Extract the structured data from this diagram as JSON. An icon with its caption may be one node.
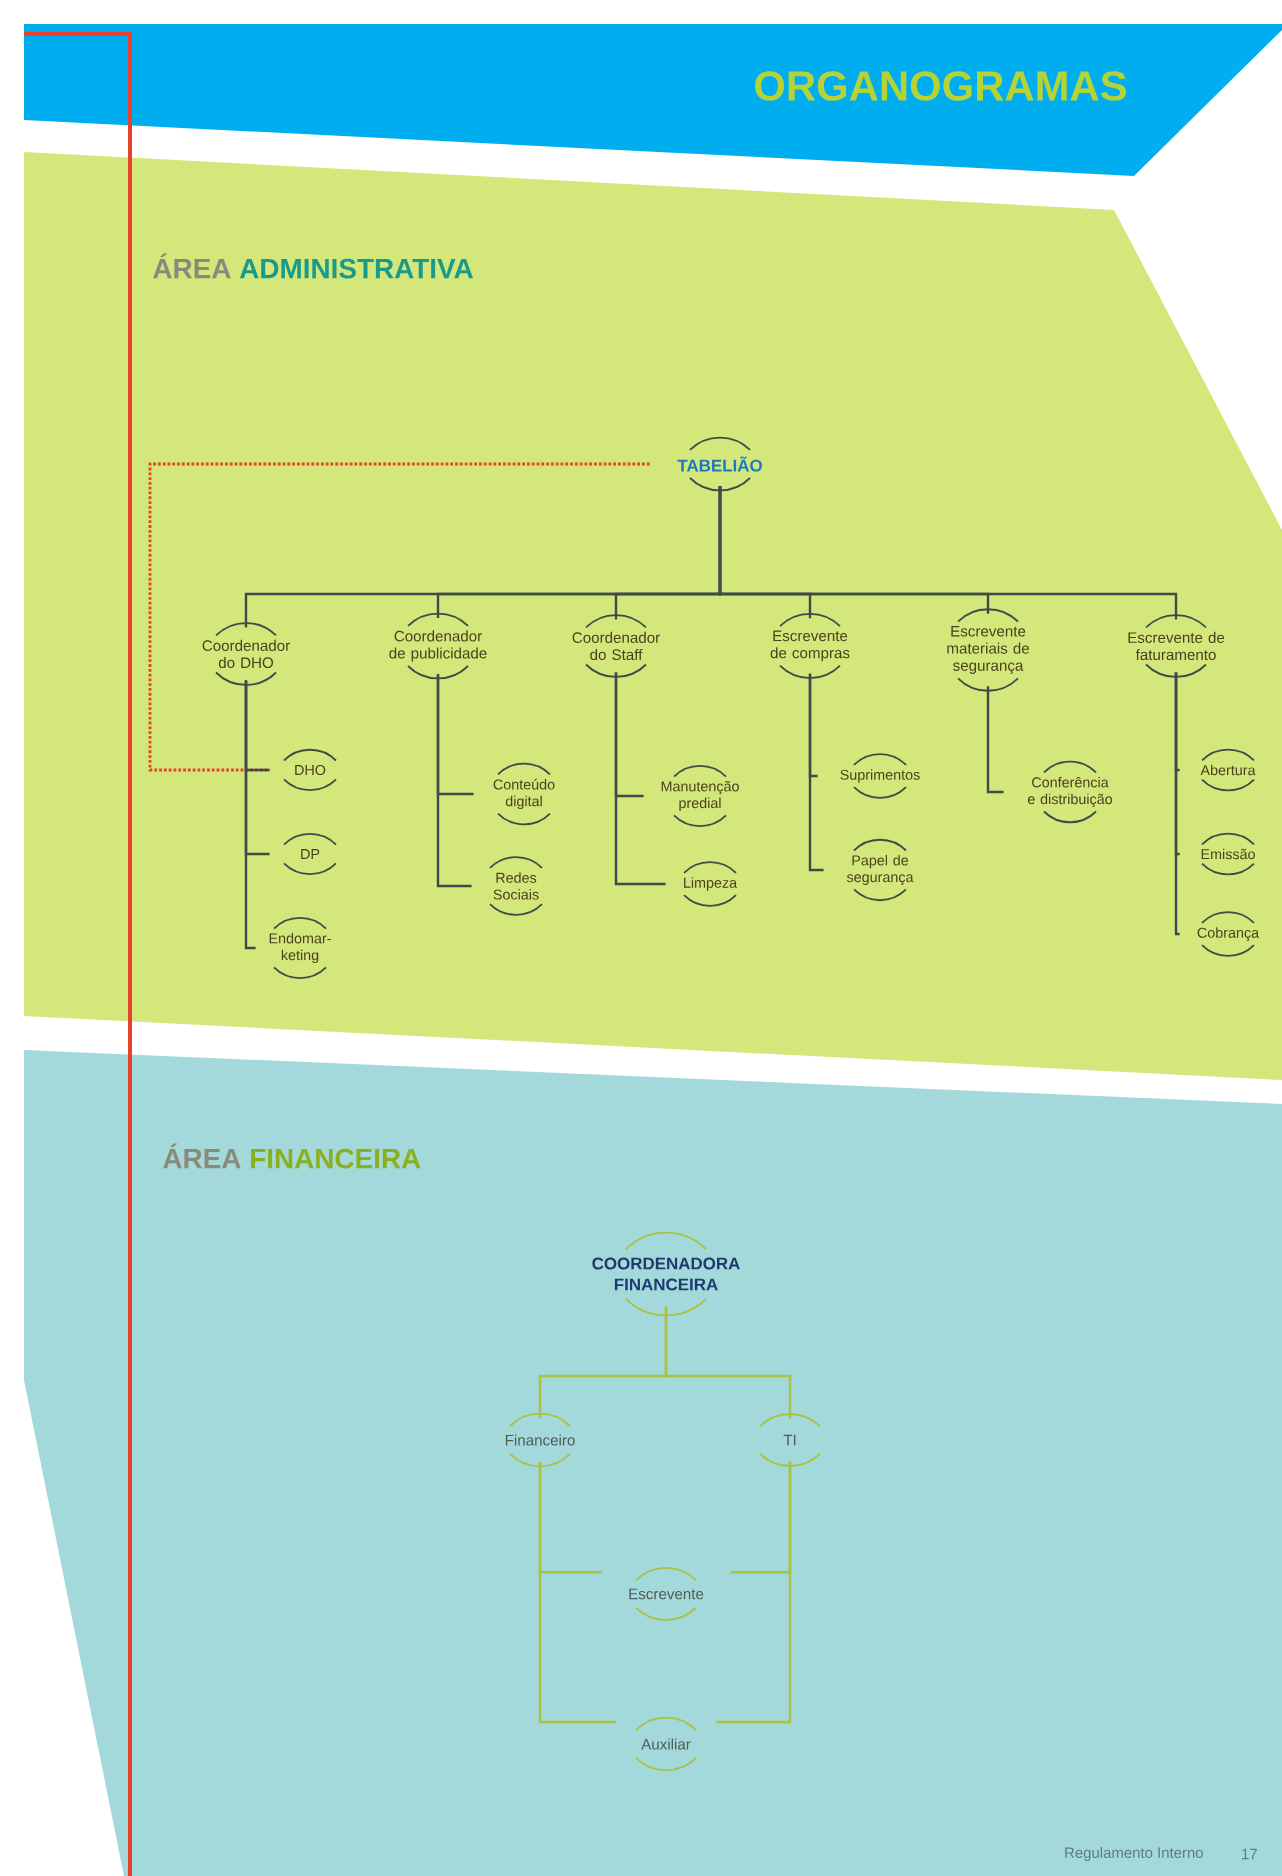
{
  "diagram": {
    "title": "ORGANOGRAMAS",
    "nodes": [
      {
        "text": [
          "TABELIÃO"
        ]
      },
      {
        "text": [
          "Coordenador do DHO"
        ]
      },
      {
        "text": [
          "Coordenador de publicidade"
        ]
      },
      {
        "text": [
          "Coordenador do Staff"
        ]
      },
      {
        "text": [
          "Escrevente de compras"
        ]
      },
      {
        "text": [
          "Escrevente materiais de segurança"
        ]
      },
      {
        "text": [
          "Escrevente de faturamento"
        ]
      },
      {
        "text": [
          "DHO"
        ]
      },
      {
        "text": [
          "DP"
        ]
      },
      {
        "text": [
          "Endomar- keting"
        ]
      },
      {
        "text": [
          "Conteúdo digital"
        ]
      },
      {
        "text": [
          "Redes Sociais"
        ]
      },
      {
        "text": [
          "Manutenção predial"
        ]
      },
      {
        "text": [
          "Limpeza"
        ]
      },
      {
        "text": [
          "Suprimentos"
        ]
      },
      {
        "text": [
          "Papel de segurança"
        ]
      },
      {
        "text": [
          "Conferência e distribuição"
        ]
      },
      {
        "text": [
          "Abertura"
        ]
      },
      {
        "text": [
          "Emissão"
        ]
      },
      {
        "text": [
          "Cobrança"
        ]
      },
      {
        "text": [
          "COORDENADORA FINANCEIRA"
        ]
      },
      {
        "text": [
          "Financeiro"
        ]
      },
      {
        "text": [
          "TI"
        ]
      },
      {
        "text": [
          "Escrevente"
        ]
      },
      {
        "text": [
          "Auxiliar"
        ]
      }
    ],
    "edges": [
      {
        "from": 0,
        "to": 1,
        "arrow": "none"
      },
      {
        "from": 0,
        "to": 2,
        "arrow": "none"
      },
      {
        "from": 0,
        "to": 3,
        "arrow": "none"
      },
      {
        "from": 0,
        "to": 4,
        "arrow": "none"
      },
      {
        "from": 0,
        "to": 5,
        "arrow": "none"
      },
      {
        "from": 0,
        "to": 6,
        "arrow": "none"
      },
      {
        "from": 0,
        "to": 7,
        "arrow": "none",
        "style": "dashed",
        "color": "#e8412c"
      },
      {
        "from": 1,
        "to": 7,
        "arrow": "none"
      },
      {
        "from": 1,
        "to": 8,
        "arrow": "none"
      },
      {
        "from": 1,
        "to": 9,
        "arrow": "none"
      },
      {
        "from": 2,
        "to": 10,
        "arrow": "none"
      },
      {
        "from": 2,
        "to": 11,
        "arrow": "none"
      },
      {
        "from": 3,
        "to": 12,
        "arrow": "none"
      },
      {
        "from": 3,
        "to": 13,
        "arrow": "none"
      },
      {
        "from": 4,
        "to": 14,
        "arrow": "none"
      },
      {
        "from": 4,
        "to": 15,
        "arrow": "none"
      },
      {
        "from": 5,
        "to": 16,
        "arrow": "none"
      },
      {
        "from": 6,
        "to": 17,
        "arrow": "none"
      },
      {
        "from": 6,
        "to": 18,
        "arrow": "none"
      },
      {
        "from": 6,
        "to": 19,
        "arrow": "none"
      },
      {
        "from": 20,
        "to": 21,
        "arrow": "none",
        "color": "#a9c23f"
      },
      {
        "from": 20,
        "to": 22,
        "arrow": "none",
        "color": "#a9c23f"
      },
      {
        "from": 21,
        "to": 23,
        "arrow": "none",
        "color": "#a9c23f"
      },
      {
        "from": 22,
        "to": 23,
        "arrow": "none",
        "color": "#a9c23f"
      },
      {
        "from": 21,
        "to": 24,
        "arrow": "none",
        "color": "#a9c23f"
      },
      {
        "from": 22,
        "to": 24,
        "arrow": "none",
        "color": "#a9c23f"
      }
    ],
    "labels": [
      "ÁREA",
      "ADMINISTRATIVA",
      "ÁREA",
      "FINANCEIRA",
      "Regulamento Interno",
      "17"
    ]
  }
}
